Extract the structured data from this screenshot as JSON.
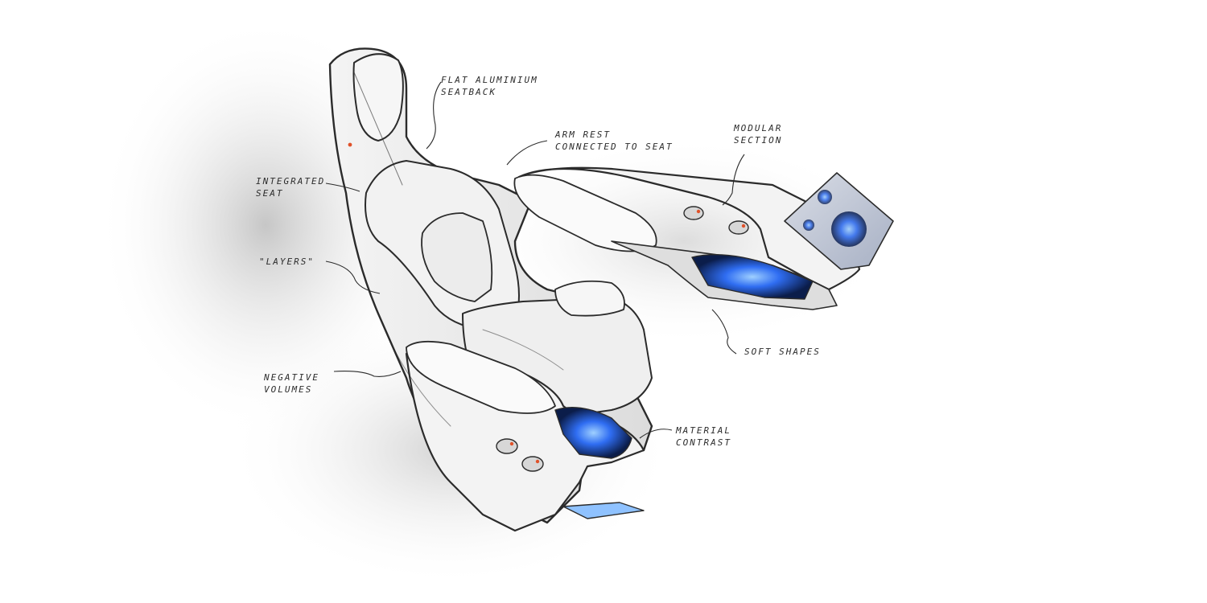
{
  "annotations": {
    "flat_aluminium": [
      "FLAT ALUMINIUM",
      "SEATBACK"
    ],
    "arm_rest": [
      "ARM REST",
      "CONNECTED TO SEAT"
    ],
    "modular": [
      "MODULAR",
      "SECTION"
    ],
    "integrated": [
      "INTEGRATED",
      "SEAT"
    ],
    "layers": [
      "\"LAYERS\""
    ],
    "soft_shapes": [
      "SOFT SHAPES"
    ],
    "negative": [
      "NEGATIVE",
      "VOLUMES"
    ],
    "material": [
      "MATERIAL",
      "CONTRAST"
    ]
  },
  "colors": {
    "line": "#2b2b2b",
    "glow": "#2f6df2",
    "accent": "#e0522a",
    "shadow": "#bdbdbd"
  }
}
